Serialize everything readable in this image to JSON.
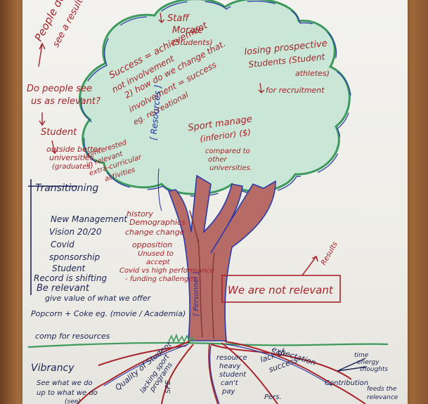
{
  "colors": {
    "paper": "#efeee9",
    "wall": "#8a5a33",
    "ink_red": "#a8232a",
    "ink_blue": "#1f2f9e",
    "ink_navy": "#1b2455",
    "ink_green": "#3c9a5c",
    "foliage_fill": "#c9e6d6",
    "trunk": "#b76b67"
  },
  "canopy": {
    "people_dont_see_a_result": [
      "People don't",
      "see a result"
    ],
    "do_people_see": [
      "Do people see",
      "us as relevant?"
    ],
    "staff_morale": [
      "Staff",
      "Morale",
      "(Students)"
    ],
    "success": [
      "Success = achievement",
      "not involvement",
      "2) how do we change that.",
      "involvement = success",
      "eg. recreational"
    ],
    "losing_prospective": [
      "losing prospective",
      "Students (Student",
      "athletes)"
    ],
    "for_recruitment": "for recruitment",
    "resources": "[ Resources ]",
    "sport_manage": [
      "Sport manage",
      "(inferior) ($)",
      "compared to",
      "other",
      "universities."
    ]
  },
  "left_notes": {
    "student": "Student",
    "outside_better": [
      "outside better",
      "universities",
      "(graduates)"
    ],
    "uninterested": [
      "uninterested",
      "in relevant",
      "extra-curricular",
      "activities"
    ]
  },
  "transitioning": {
    "heading": "Transitioning",
    "items": [
      "New Management",
      "Vision 20/20",
      "Covid",
      "sponsorship",
      "Student",
      "Record is shifting"
    ],
    "be_relevant": "Be relevant",
    "give_value": "give value of what we offer",
    "popcorn": "Popcorn + Coke eg. (movie / Academia)",
    "comp": "comp for resources",
    "vibrancy": "Vibrancy",
    "see_what": [
      "See what we do",
      "up to what we do",
      "(see)"
    ]
  },
  "trunk_notes": {
    "history": [
      "history",
      "Demographics",
      "change change"
    ],
    "opposition": [
      "opposition",
      "Unused to",
      "accept"
    ],
    "covid": [
      "Covid vs high performance",
      "- funding challenges"
    ],
    "trunk_label": "[ Personnel ]",
    "not_relevant": "We are not relevant",
    "results": "Results"
  },
  "roots": {
    "quality_students": "Quality of Student",
    "lacking_sport": [
      "lacking sport",
      "programs"
    ],
    "resource_heavy": [
      "resource",
      "heavy",
      "student",
      "can't",
      "pay"
    ],
    "lack_of_success": [
      "lack of",
      "success"
    ],
    "expectation": "expectation",
    "time_energy": [
      "time",
      "energy",
      "thoughts"
    ],
    "contribution": "Contribution",
    "feeds": [
      "feeds the",
      "relevance"
    ],
    "bottom_left": "SPE",
    "bottom_mid": "Pers."
  }
}
